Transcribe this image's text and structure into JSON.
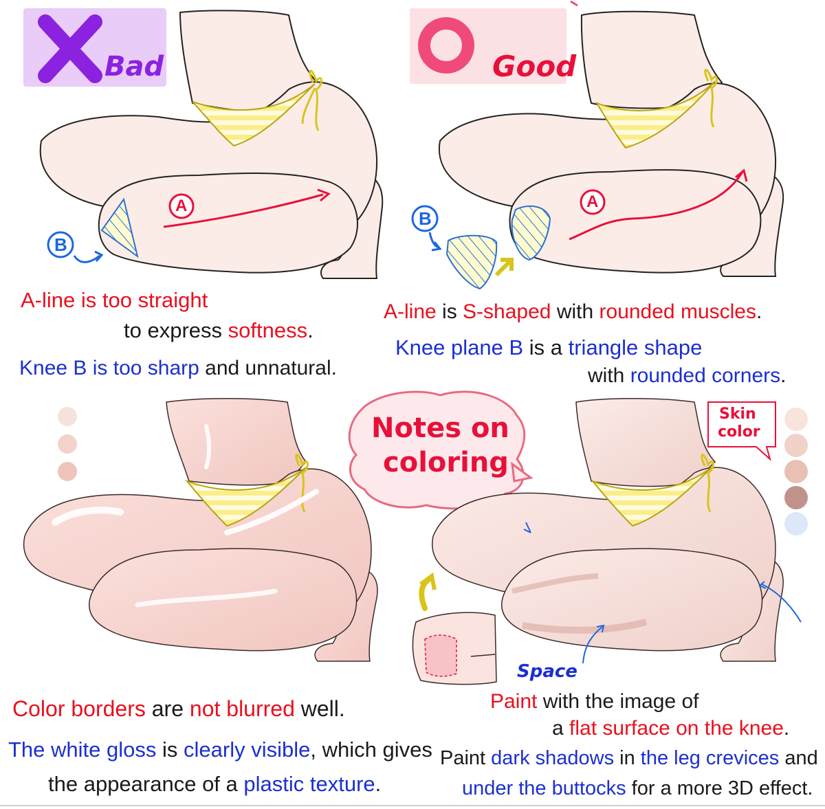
{
  "panels": {
    "bad": {
      "label": "Bad",
      "mark_A": "A",
      "mark_B": "B",
      "caption": {
        "l1a": "A-line is too straight",
        "l2a": "to express ",
        "l2b": "softness",
        "l2c": ".",
        "l3a": "Knee B is too sharp",
        "l3b": " and unnatural."
      }
    },
    "good": {
      "label": "Good",
      "mark_A": "A",
      "mark_B": "B",
      "caption": {
        "l1a": "A-line",
        "l1b": " is ",
        "l1c": "S-shaped",
        "l1d": " with ",
        "l1e": "rounded muscles",
        "l1f": ".",
        "l2a": "Knee plane B",
        "l2b": " is a ",
        "l2c": "triangle shape",
        "l3a": "with ",
        "l3b": "rounded corners",
        "l3c": "."
      }
    },
    "notes": {
      "bubble_l1": "Notes on",
      "bubble_l2": "coloring"
    },
    "bad_color": {
      "caption": {
        "l1a": "Color borders",
        "l1b": " are ",
        "l1c": "not blurred",
        "l1d": " well.",
        "l2a": "The white gloss",
        "l2b": " is ",
        "l2c": "clearly visible",
        "l2d": ", which gives",
        "l3a": "the appearance of a ",
        "l3b": "plastic texture",
        "l3c": "."
      }
    },
    "good_color": {
      "skin_tag_l1": "Skin",
      "skin_tag_l2": "color",
      "space_label": "Space",
      "caption": {
        "l1a": "Paint",
        "l1b": " with the image of",
        "l2a": "a ",
        "l2b": "flat surface on the knee",
        "l2c": ".",
        "l3a": "Paint ",
        "l3b": "dark shadows",
        "l3c": " in ",
        "l3d": "the leg crevices",
        "l3e": " and",
        "l4a": "under the buttocks",
        "l4b": " for a more 3D effect."
      }
    }
  },
  "colors": {
    "bad_accent": "#8a22e0",
    "good_accent": "#f04a7a",
    "text_red": "#e8101e",
    "text_blue": "#1c2fd0"
  },
  "swatches_left": [
    "#f7e1dc",
    "#f3d3cb",
    "#efc4ba"
  ],
  "swatches_right": [
    "#f9e3dd",
    "#f0d2c9",
    "#e8c0b4",
    "#bf938c",
    "#dde7f8"
  ]
}
